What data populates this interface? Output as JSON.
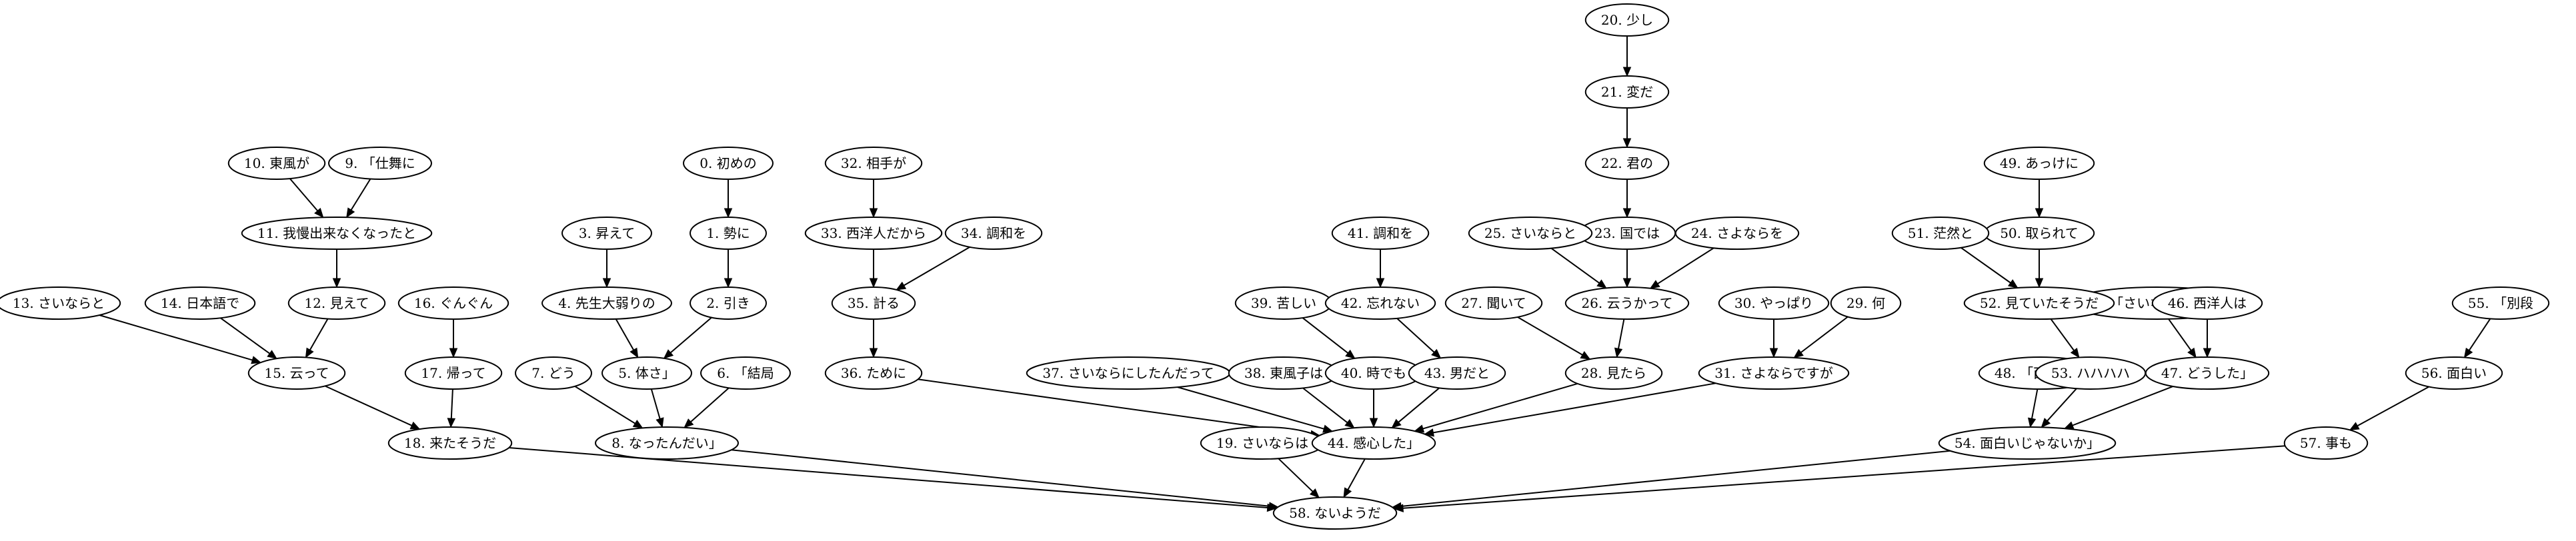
{
  "nodes": [
    {
      "id": 0,
      "label": "0. 初めの"
    },
    {
      "id": 1,
      "label": "1. 勢に"
    },
    {
      "id": 2,
      "label": "2. 引き"
    },
    {
      "id": 3,
      "label": "3. 昇えて"
    },
    {
      "id": 4,
      "label": "4. 先生大弱りの"
    },
    {
      "id": 5,
      "label": "5. 体さ」"
    },
    {
      "id": 6,
      "label": "6. 「結局"
    },
    {
      "id": 7,
      "label": "7. どう"
    },
    {
      "id": 8,
      "label": "8. なったんだい」"
    },
    {
      "id": 9,
      "label": "9. 「仕舞に"
    },
    {
      "id": 10,
      "label": "10. 東風が"
    },
    {
      "id": 11,
      "label": "11. 我慢出来なくなったと"
    },
    {
      "id": 12,
      "label": "12. 見えて"
    },
    {
      "id": 13,
      "label": "13. さいならと"
    },
    {
      "id": 14,
      "label": "14. 日本語で"
    },
    {
      "id": 15,
      "label": "15. 云って"
    },
    {
      "id": 16,
      "label": "16. ぐんぐん"
    },
    {
      "id": 17,
      "label": "17. 帰って"
    },
    {
      "id": 18,
      "label": "18. 来たそうだ"
    },
    {
      "id": 19,
      "label": "19. さいならは"
    },
    {
      "id": 20,
      "label": "20. 少し"
    },
    {
      "id": 21,
      "label": "21. 変だ"
    },
    {
      "id": 22,
      "label": "22. 君の"
    },
    {
      "id": 23,
      "label": "23. 国では"
    },
    {
      "id": 24,
      "label": "24. さよならを"
    },
    {
      "id": 25,
      "label": "25. さいならと"
    },
    {
      "id": 26,
      "label": "26. 云うかって"
    },
    {
      "id": 27,
      "label": "27. 聞いて"
    },
    {
      "id": 28,
      "label": "28. 見たら"
    },
    {
      "id": 29,
      "label": "29. 何"
    },
    {
      "id": 30,
      "label": "30. やっぱり"
    },
    {
      "id": 31,
      "label": "31. さよならですが"
    },
    {
      "id": 32,
      "label": "32. 相手が"
    },
    {
      "id": 33,
      "label": "33. 西洋人だから"
    },
    {
      "id": 34,
      "label": "34. 調和を"
    },
    {
      "id": 35,
      "label": "35. 計る"
    },
    {
      "id": 36,
      "label": "36. ために"
    },
    {
      "id": 37,
      "label": "37. さいならにしたんだって"
    },
    {
      "id": 38,
      "label": "38. 東風子は"
    },
    {
      "id": 39,
      "label": "39. 苦しい"
    },
    {
      "id": 40,
      "label": "40. 時でも"
    },
    {
      "id": 41,
      "label": "41. 調和を"
    },
    {
      "id": 42,
      "label": "42. 忘れない"
    },
    {
      "id": 43,
      "label": "43. 男だと"
    },
    {
      "id": 44,
      "label": "44. 感心した」"
    },
    {
      "id": 45,
      "label": "45. 「さいならはいいが"
    },
    {
      "id": 46,
      "label": "46. 西洋人は"
    },
    {
      "id": 47,
      "label": "47. どうした」"
    },
    {
      "id": 48,
      "label": "48. 「西洋人は"
    },
    {
      "id": 49,
      "label": "49. あっけに"
    },
    {
      "id": 50,
      "label": "50. 取られて"
    },
    {
      "id": 51,
      "label": "51. 茫然と"
    },
    {
      "id": 52,
      "label": "52. 見ていたそうだ"
    },
    {
      "id": 53,
      "label": "53. ハハハハ"
    },
    {
      "id": 54,
      "label": "54. 面白いじゃないか」"
    },
    {
      "id": 55,
      "label": "55. 「別段"
    },
    {
      "id": 56,
      "label": "56. 面白い"
    },
    {
      "id": 57,
      "label": "57. 事も"
    },
    {
      "id": 58,
      "label": "58. ないようだ"
    }
  ],
  "edges": [
    [
      0,
      1
    ],
    [
      1,
      2
    ],
    [
      2,
      5
    ],
    [
      3,
      4
    ],
    [
      4,
      5
    ],
    [
      5,
      8
    ],
    [
      6,
      8
    ],
    [
      7,
      8
    ],
    [
      8,
      58
    ],
    [
      9,
      11
    ],
    [
      10,
      11
    ],
    [
      11,
      12
    ],
    [
      12,
      15
    ],
    [
      13,
      15
    ],
    [
      14,
      15
    ],
    [
      15,
      18
    ],
    [
      16,
      17
    ],
    [
      17,
      18
    ],
    [
      18,
      58
    ],
    [
      19,
      58
    ],
    [
      20,
      21
    ],
    [
      21,
      22
    ],
    [
      22,
      23
    ],
    [
      23,
      26
    ],
    [
      24,
      26
    ],
    [
      25,
      26
    ],
    [
      26,
      28
    ],
    [
      27,
      28
    ],
    [
      28,
      44
    ],
    [
      29,
      31
    ],
    [
      30,
      31
    ],
    [
      31,
      44
    ],
    [
      32,
      33
    ],
    [
      33,
      35
    ],
    [
      34,
      35
    ],
    [
      35,
      36
    ],
    [
      36,
      44
    ],
    [
      37,
      44
    ],
    [
      38,
      44
    ],
    [
      39,
      40
    ],
    [
      40,
      44
    ],
    [
      41,
      42
    ],
    [
      42,
      43
    ],
    [
      43,
      44
    ],
    [
      44,
      58
    ],
    [
      45,
      47
    ],
    [
      46,
      47
    ],
    [
      47,
      54
    ],
    [
      48,
      54
    ],
    [
      49,
      50
    ],
    [
      50,
      52
    ],
    [
      51,
      52
    ],
    [
      52,
      53
    ],
    [
      53,
      54
    ],
    [
      54,
      58
    ],
    [
      55,
      56
    ],
    [
      56,
      57
    ],
    [
      57,
      58
    ]
  ]
}
